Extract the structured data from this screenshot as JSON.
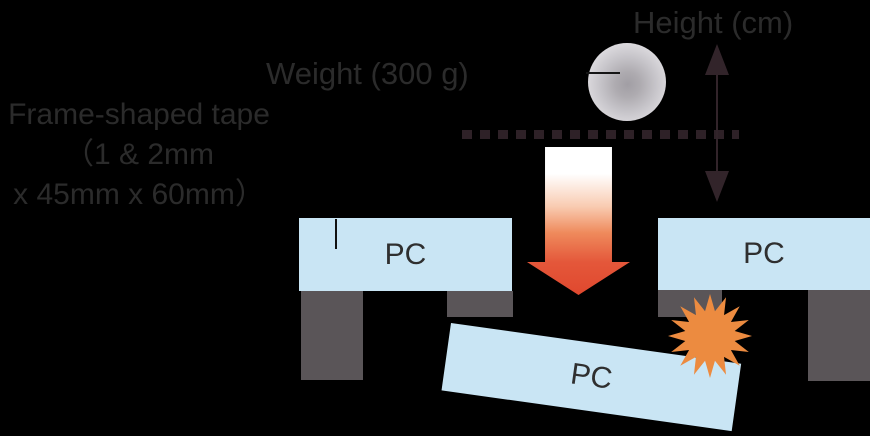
{
  "annotations": {
    "height": "Height (cm)",
    "weight": "Weight (300 g)",
    "tape": {
      "line1": "Frame-shaped tape",
      "line2": "（1 & 2mm",
      "line3": "x 45mm x 60mm）"
    }
  },
  "plates": {
    "left": {
      "label": "PC"
    },
    "right": {
      "label": "PC"
    },
    "dropped": {
      "label": "PC"
    }
  },
  "icons": {
    "weight_ball": "steel-ball",
    "ball_pointer": "radius-pointer-line",
    "drop_level_line": "dotted-reference-line",
    "height_range_arrow": "double-headed-vertical-arrow",
    "drop_arrow": "downward-gradient-arrow",
    "impact_star": "impact-burst"
  },
  "colors": {
    "background": "#000000",
    "pc_plate_fill": "#c9e5f4",
    "support_block_fill": "#5a5558",
    "annotation_text": "#2b2b2b",
    "pc_label_text": "#2f2f2f",
    "height_arrow": "#32242a",
    "dotted_line": "#2e2127",
    "drop_arrow_top": "#ffffff",
    "drop_arrow_bottom": "#e0482e",
    "impact_star": "#ec8b40",
    "ball_center": "#a19ea4",
    "ball_edge": "#e7e5e9"
  }
}
